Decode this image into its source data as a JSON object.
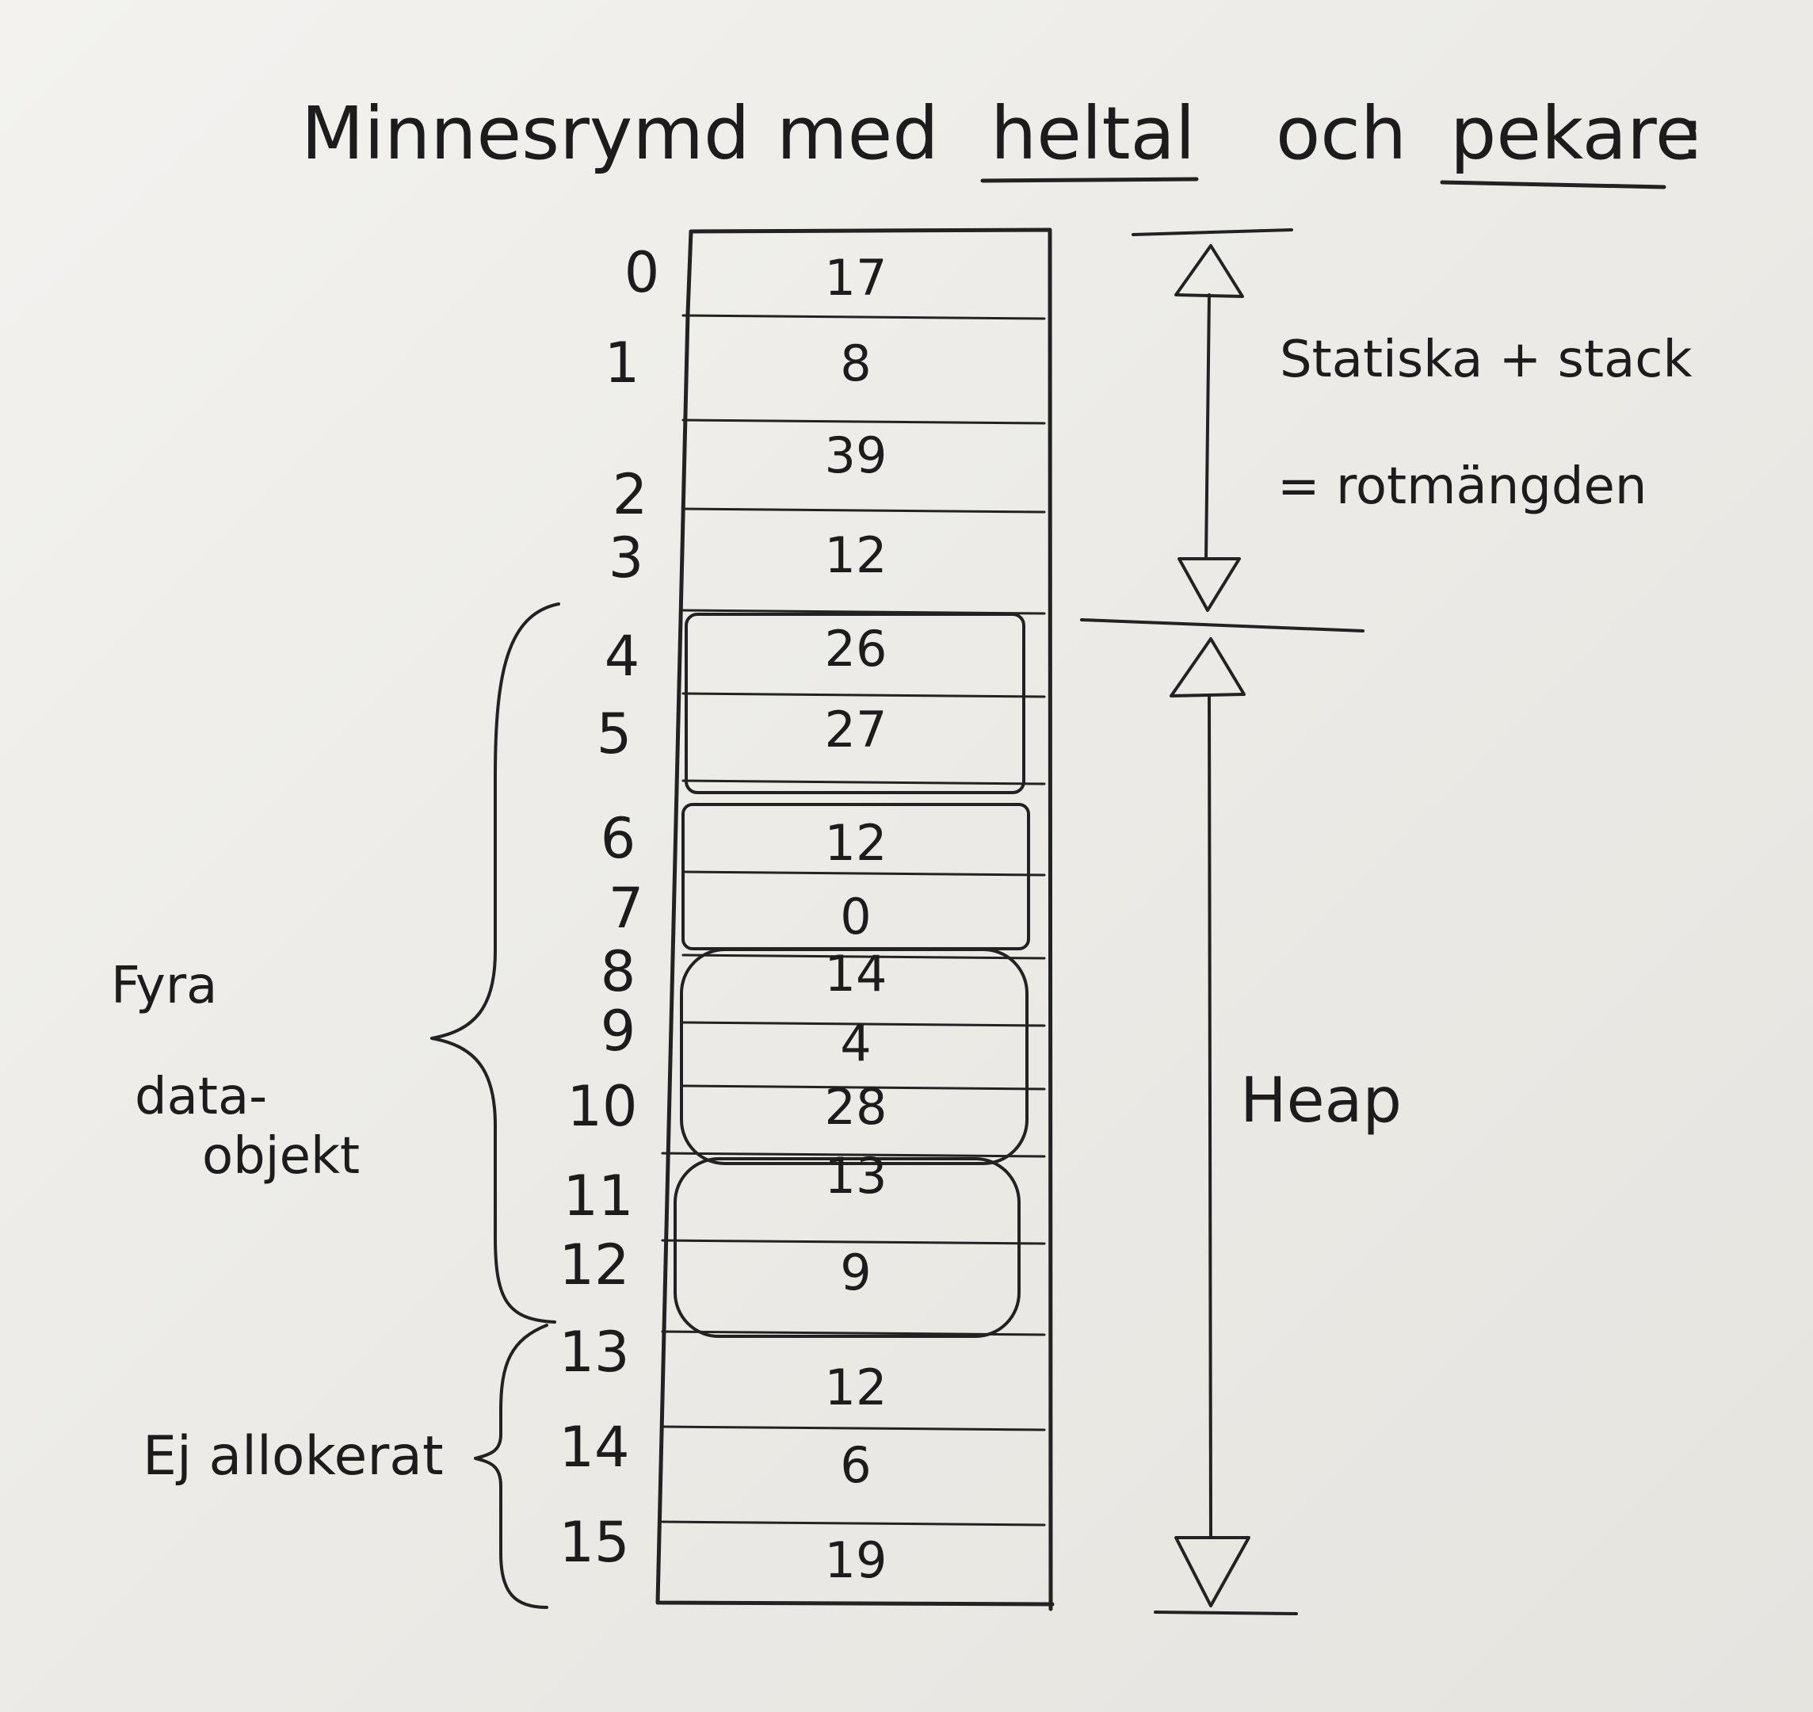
{
  "title": {
    "parts": [
      "Minnesrymd",
      "med",
      "heltal",
      "och",
      "pekare",
      ":"
    ]
  },
  "memory": {
    "addresses": [
      "0",
      "1",
      "2",
      "3",
      "4",
      "5",
      "6",
      "7",
      "8",
      "9",
      "10",
      "11",
      "12",
      "13",
      "14",
      "15"
    ],
    "values": [
      "17",
      "8",
      "39",
      "12",
      "26",
      "27",
      "12",
      "0",
      "14",
      "4",
      "28",
      "13",
      "9",
      "12",
      "6",
      "19"
    ]
  },
  "annotations": {
    "root_line1": "Statiska + stack",
    "root_line2": "= rotmängden",
    "heap": "Heap",
    "data_objects": [
      "Fyra",
      "data-",
      "objekt"
    ],
    "unallocated": "Ej allokerat"
  },
  "colors": {
    "ink": "#1c1c1c",
    "board": "#ecebe7"
  }
}
